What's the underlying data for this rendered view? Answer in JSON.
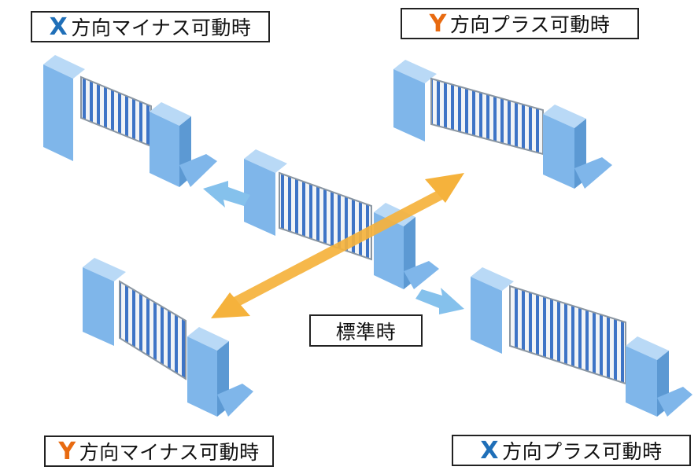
{
  "labels": {
    "x_minus": {
      "axis": "X",
      "text": "方向マイナス可動時"
    },
    "y_plus": {
      "axis": "Y",
      "text": "方向プラス可動時"
    },
    "y_minus": {
      "axis": "Y",
      "text": "方向マイナス可動時"
    },
    "x_plus": {
      "axis": "X",
      "text": "方向プラス可動時"
    },
    "standard": "標準時"
  },
  "colors": {
    "x_axis": "#1f6fb8",
    "y_axis": "#e86a10",
    "wall_front": "#7fb6ea",
    "wall_top": "#b9d9f6",
    "wall_side": "#5c99d3",
    "x_arrow": "#85c1ec",
    "y_arrow": "#f5b23c",
    "gate_bar": "#ffffff",
    "gate_outline": "#8a96a2"
  }
}
